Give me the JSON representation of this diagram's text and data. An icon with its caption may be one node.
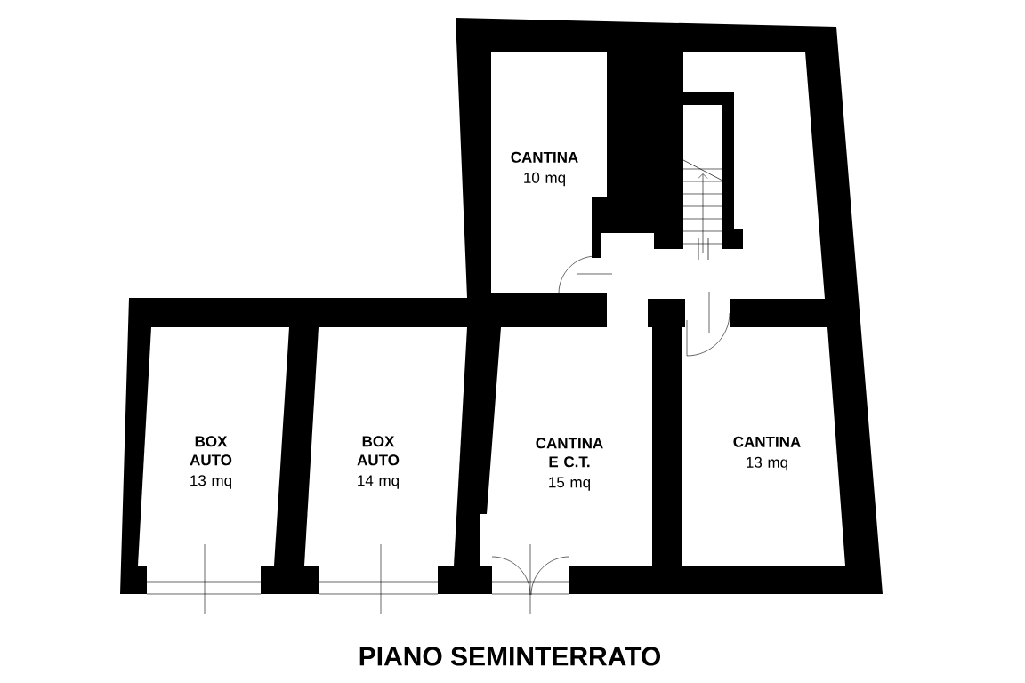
{
  "diagram": {
    "title": "PIANO SEMINTERRATO",
    "nodes": [
      {
        "text": [
          "CANTINA",
          "10 mq"
        ]
      },
      {
        "text": [
          "BOX AUTO",
          "13 mq"
        ]
      },
      {
        "text": [
          "BOX AUTO",
          "14 mq"
        ]
      },
      {
        "text": [
          "CANTINA E C.T.",
          "15 mq"
        ]
      },
      {
        "text": [
          "CANTINA",
          "13 mq"
        ]
      }
    ],
    "edges": []
  }
}
